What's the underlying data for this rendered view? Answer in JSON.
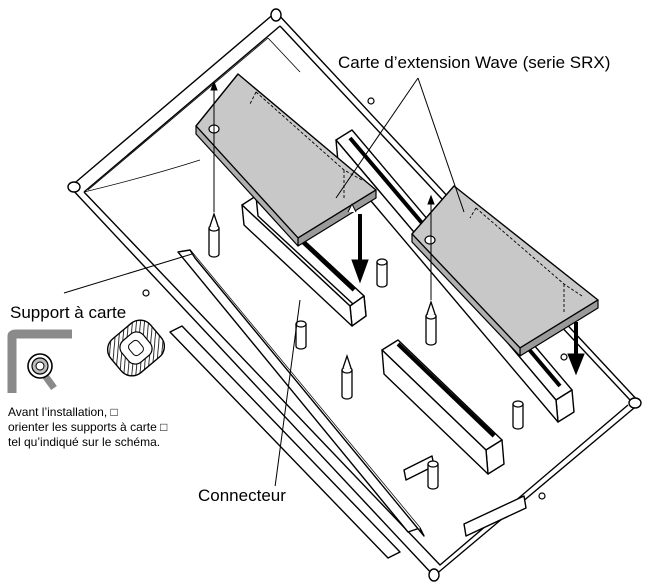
{
  "labels": {
    "card": "Carte d’extension Wave (serie SRX)",
    "support": "Support à carte",
    "connector": "Connecteur",
    "note": [
      "Avant l’installation, □",
      "orienter les supports à carte □",
      "tel qu’indiqué sur le schéma."
    ]
  },
  "colors": {
    "card_fill": "#c8c8c8",
    "line": "#000000",
    "background": "#ffffff",
    "detail_gray": "#8a8a8a"
  }
}
